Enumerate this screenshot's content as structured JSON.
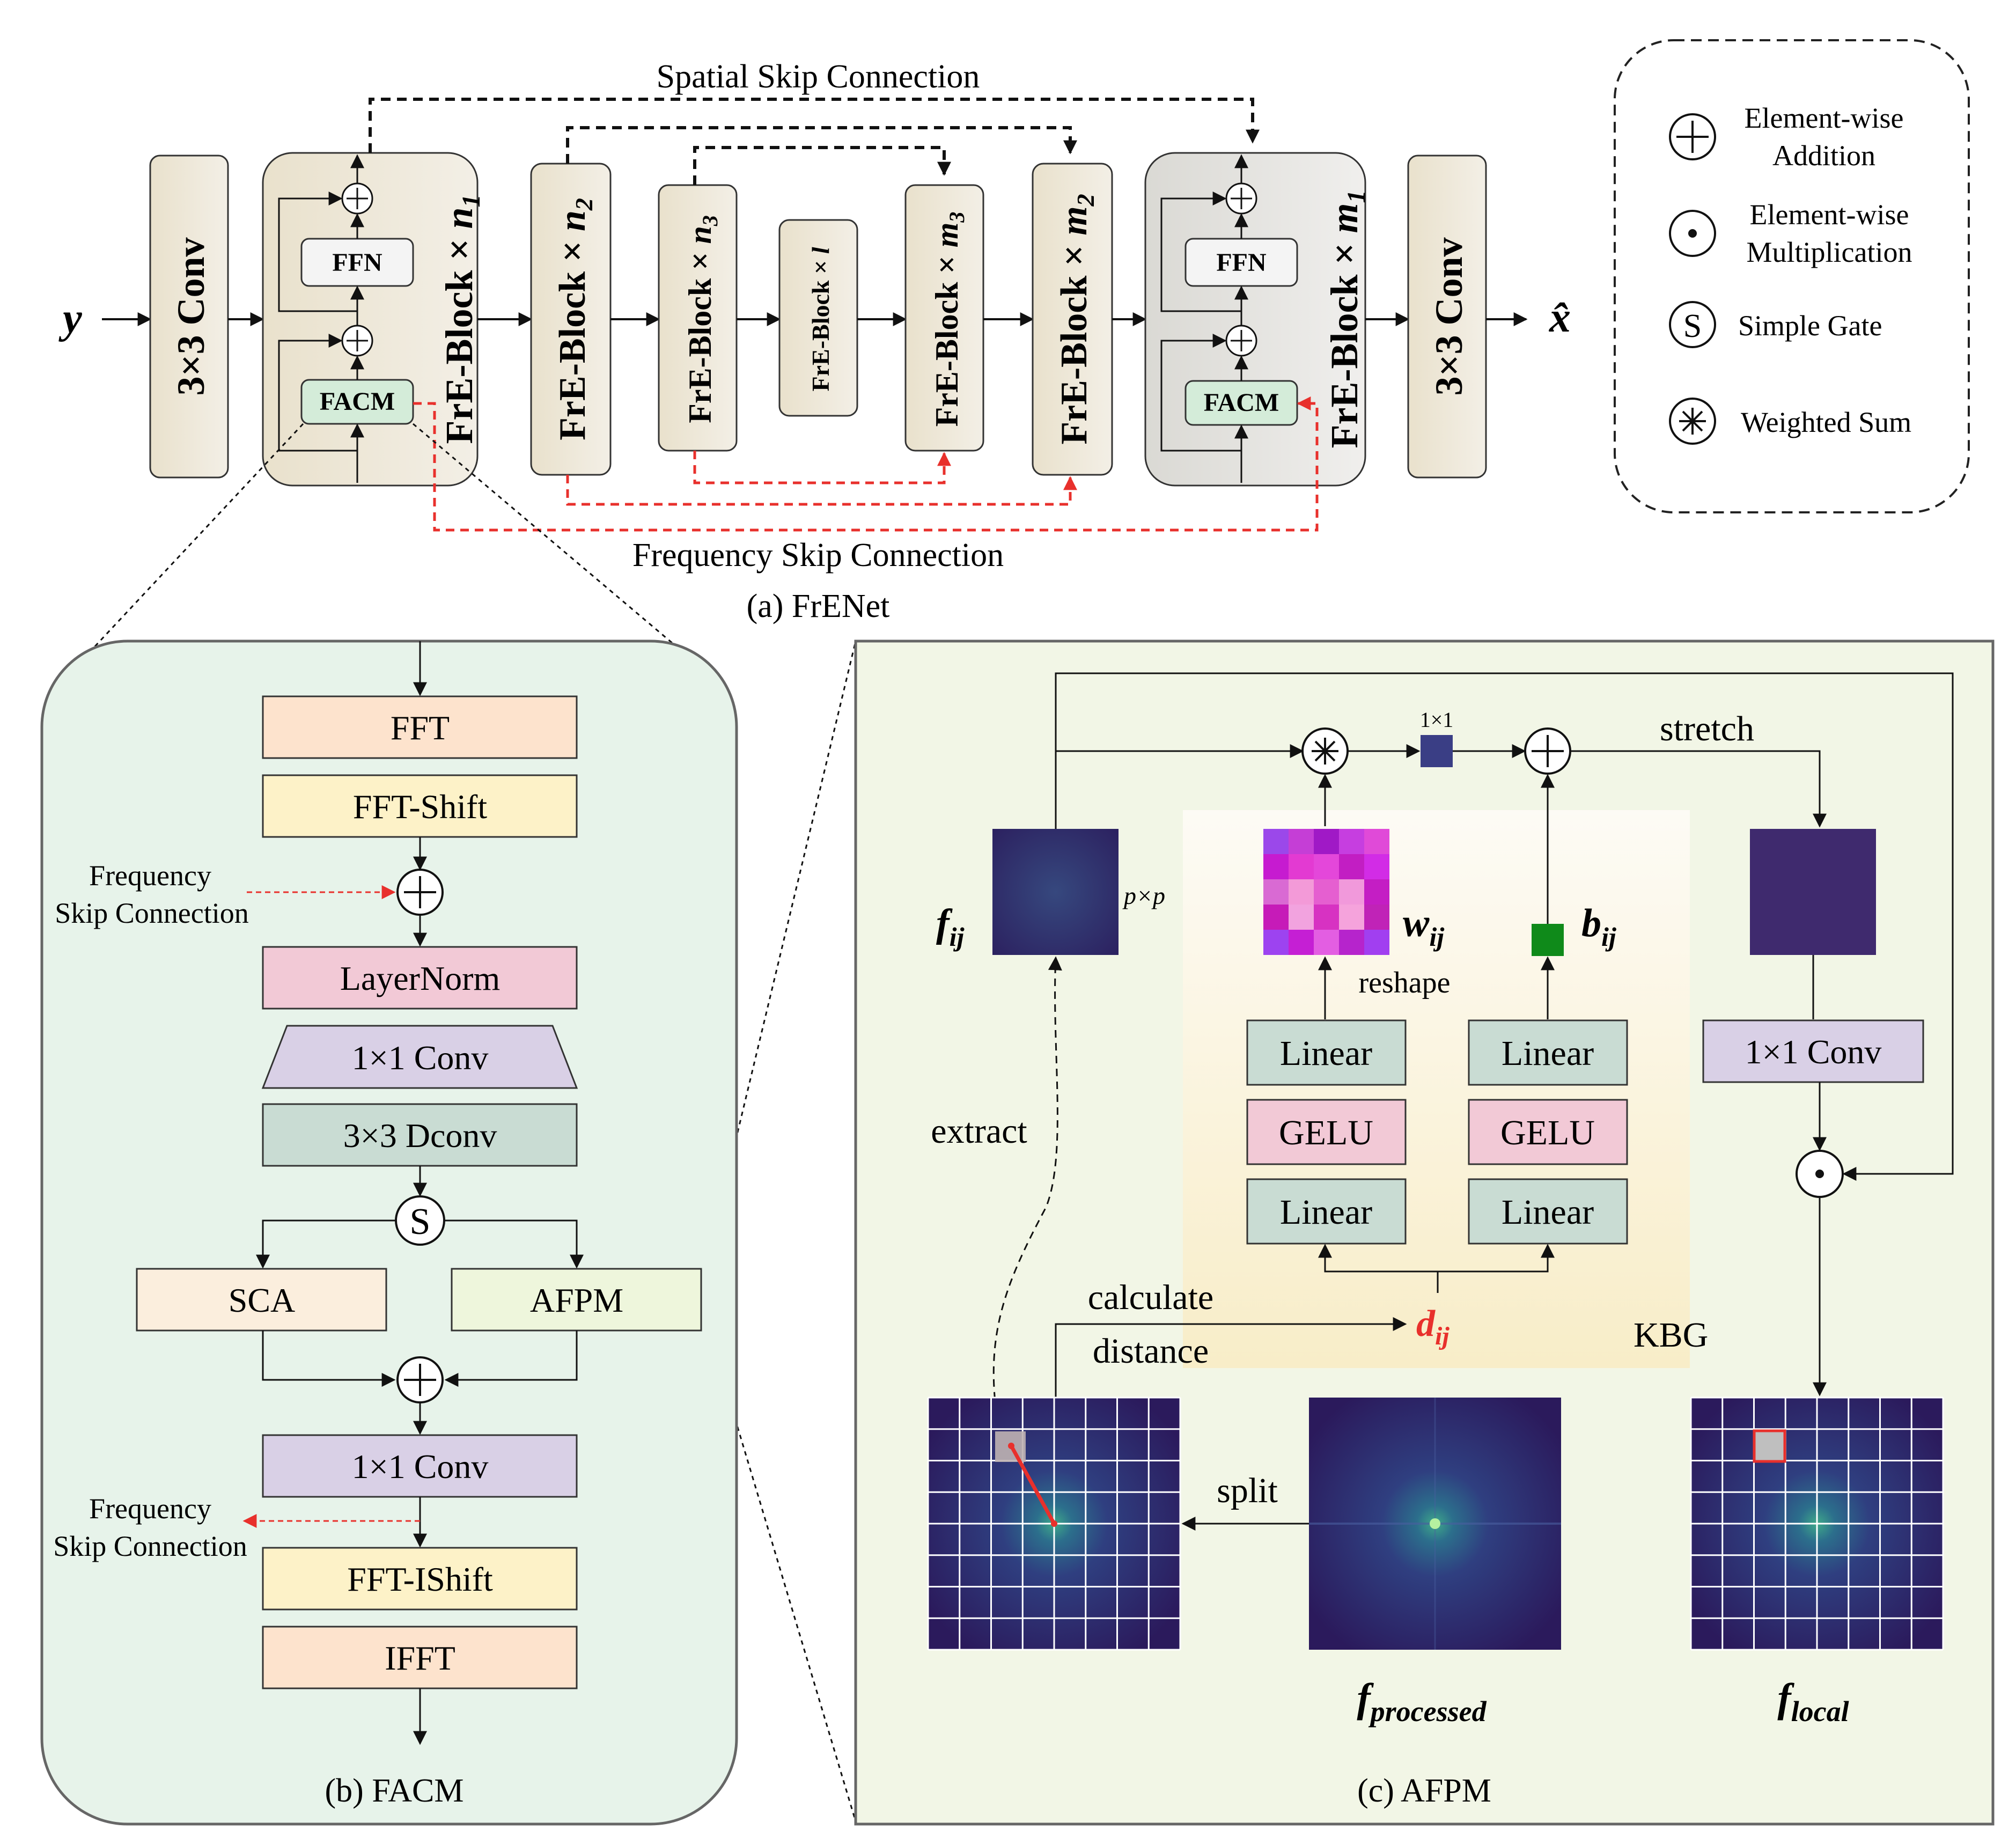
{
  "panel_a": {
    "caption": "(a) FrENet",
    "input_symbol": "y",
    "output_symbol": "x̂",
    "conv_in": "3×3 Conv",
    "conv_out": "3×3 Conv",
    "block_prefix": "FrE-Block × ",
    "enc1_sub": "n",
    "enc1_idx": "1",
    "enc2_sub": "n",
    "enc2_idx": "2",
    "enc3_sub": "n",
    "enc3_idx": "3",
    "mid_sub": "l",
    "dec3_sub": "m",
    "dec3_idx": "3",
    "dec2_sub": "m",
    "dec2_idx": "2",
    "dec1_sub": "m",
    "dec1_idx": "1",
    "ffn_label": "FFN",
    "facm_label": "FACM",
    "spatial_skip_label": "Spatial Skip Connection",
    "frequency_skip_label": "Frequency Skip Connection"
  },
  "legend": {
    "items": [
      {
        "symbol": "plus",
        "line1": "Element-wise",
        "line2": "Addition"
      },
      {
        "symbol": "dot",
        "line1": "Element-wise",
        "line2": "Multiplication"
      },
      {
        "symbol": "S",
        "line1": "Simple Gate",
        "line2": ""
      },
      {
        "symbol": "asterisk",
        "line1": "Weighted Sum",
        "line2": ""
      }
    ]
  },
  "panel_b": {
    "caption": "(b) FACM",
    "fft": "FFT",
    "fft_shift": "FFT-Shift",
    "layernorm": "LayerNorm",
    "conv1x1_top": "1×1 Conv",
    "dconv": "3×3 Dconv",
    "gate": "S",
    "sca": "SCA",
    "afpm": "AFPM",
    "conv1x1_bottom": "1×1 Conv",
    "fft_ishift": "FFT-IShift",
    "ifft": "IFFT",
    "skip_in_line1": "Frequency",
    "skip_in_line2": "Skip Connection",
    "skip_out_line1": "Frequency",
    "skip_out_line2": "Skip Connection"
  },
  "panel_c": {
    "caption": "(c) AFPM",
    "f_ij": "f",
    "f_ij_sub": "ij",
    "patch_size": "p×p",
    "w_ij": "w",
    "w_ij_sub": "ij",
    "b_ij": "b",
    "b_ij_sub": "ij",
    "one_by_one": "1×1",
    "stretch": "stretch",
    "reshape": "reshape",
    "linear": "Linear",
    "gelu": "GELU",
    "extract": "extract",
    "calc_line1": "calculate",
    "calc_line2": "distance",
    "d_ij": "d",
    "d_ij_sub": "ij",
    "kbg": "KBG",
    "split": "split",
    "conv1x1": "1×1 Conv",
    "f_processed": "f",
    "f_processed_sub": "processed",
    "f_local": "f",
    "f_local_sub": "local"
  },
  "colors": {
    "fft": "#fde3cd",
    "fft_shift": "#fdf2c8",
    "layernorm": "#f2c9d6",
    "conv1x1": "#d9d0e6",
    "dconv": "#c9dcd3",
    "sca": "#fbeedd",
    "afpm": "#eef6dc",
    "linear": "#c9dcd3",
    "gelu": "#f2c9d6",
    "red_skip": "#e8302c",
    "spectrum_bg": "#2e1b5e",
    "patch_fill": "#3f2a6e",
    "bias_green": "#0f8a1a",
    "bias_small": "#3a3e85"
  }
}
